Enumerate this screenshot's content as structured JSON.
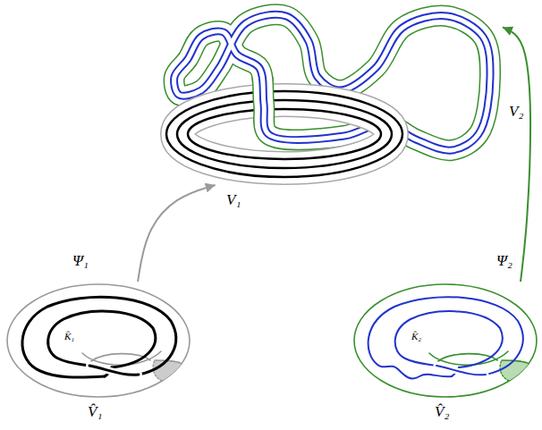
{
  "diagram": {
    "nodes": [
      {
        "text": [
          "V₁"
        ]
      },
      {
        "text": [
          "V₂"
        ]
      },
      {
        "text": [
          "V̂₁",
          "K̂₁"
        ]
      },
      {
        "text": [
          "V̂₂",
          "K̂₂"
        ]
      }
    ],
    "edges": [
      {
        "from": 2,
        "to": 0,
        "arrow": "to",
        "label": "Ψ₁"
      },
      {
        "from": 3,
        "to": 1,
        "arrow": "to",
        "label": "Ψ₂"
      }
    ]
  }
}
